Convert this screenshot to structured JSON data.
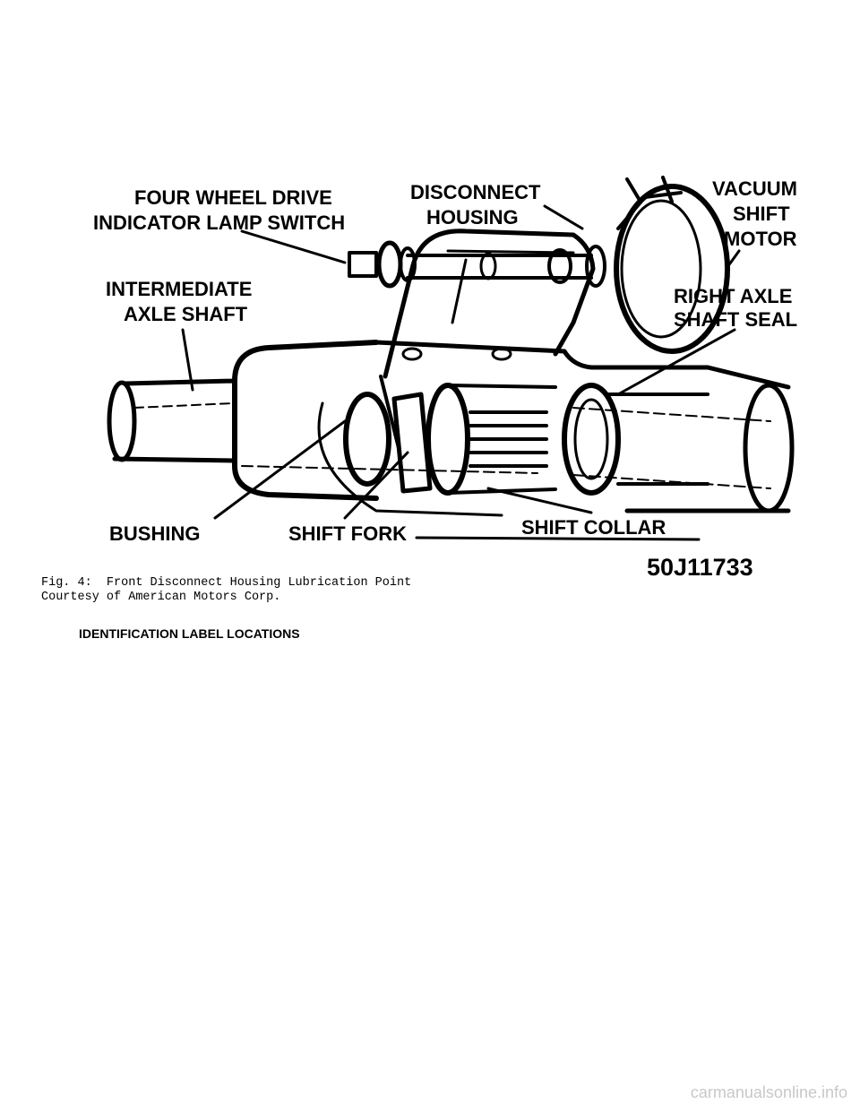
{
  "figure": {
    "labels": {
      "four_wheel_drive_line1": "FOUR WHEEL DRIVE",
      "four_wheel_drive_line2": "INDICATOR LAMP SWITCH",
      "disconnect_line1": "DISCONNECT",
      "disconnect_line2": "HOUSING",
      "vacuum_line1": "VACUUM",
      "vacuum_line2": "SHIFT",
      "vacuum_line3": "MOTOR",
      "intermediate_line1": "INTERMEDIATE",
      "intermediate_line2": "AXLE SHAFT",
      "right_axle_line1": "RIGHT AXLE",
      "right_axle_line2": "SHAFT SEAL",
      "bushing": "BUSHING",
      "shift_fork": "SHIFT FORK",
      "shift_collar": "SHIFT COLLAR"
    },
    "figure_id": "50J11733"
  },
  "caption": {
    "line1": "Fig. 4:  Front Disconnect Housing Lubrication Point",
    "line2": "Courtesy of American Motors Corp."
  },
  "section_heading": "IDENTIFICATION LABEL LOCATIONS",
  "watermark": "carmanualsonline.info"
}
